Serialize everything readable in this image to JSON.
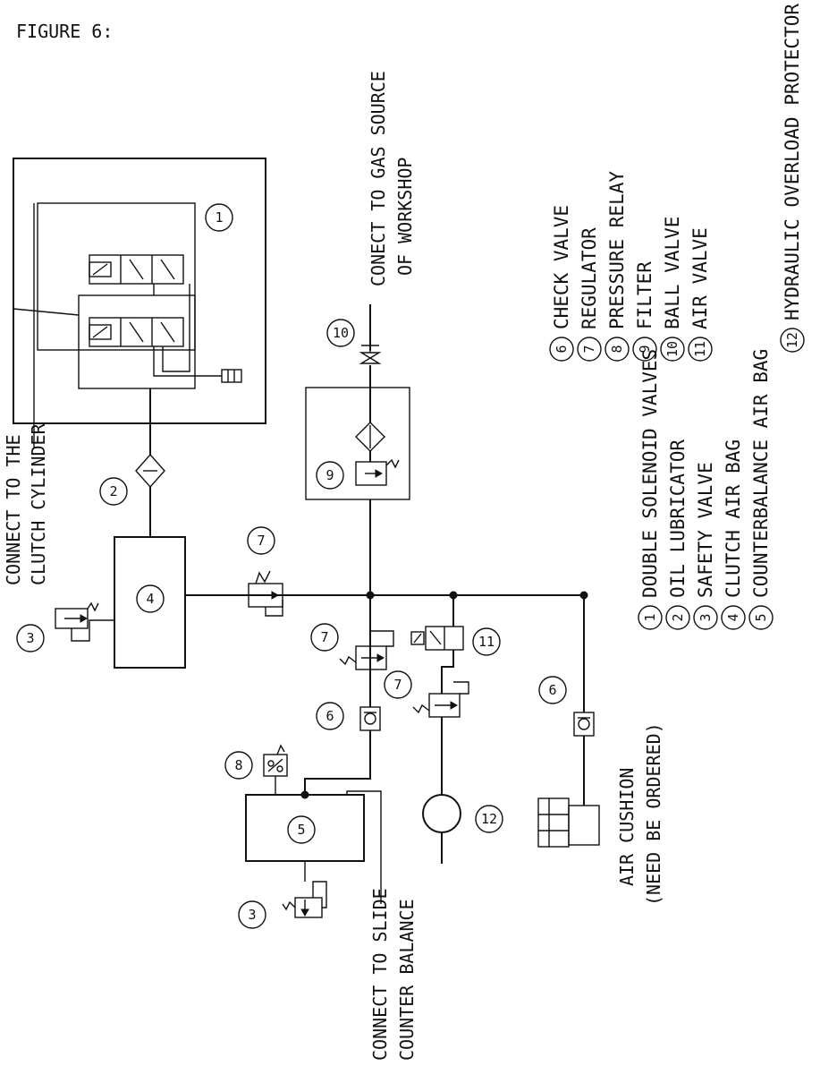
{
  "figure_title": "FIGURE 6:",
  "callout_labels": {
    "n1": "1",
    "n2": "2",
    "n3a": "3",
    "n3b": "3",
    "n4": "4",
    "n5": "5",
    "n6a": "6",
    "n6b": "6",
    "n7a": "7",
    "n7b": "7",
    "n7c": "7",
    "n8": "8",
    "n9": "9",
    "n10": "10",
    "n11": "11",
    "n12": "12"
  },
  "annotations": {
    "clutch_line1": "CONNECT TO THE",
    "clutch_line2": "CLUTCH CYLINDER",
    "gas_line1": "CONECT TO GAS SOURCE",
    "gas_line2": "OF WORKSHOP",
    "slide_line1": "CONNECT TO SLIDE",
    "slide_line2": "COUNTER BALANCE",
    "cushion_line1": "AIR CUSHION",
    "cushion_line2": "(NEED BE ORDERED)"
  },
  "legend": [
    {
      "num": "1",
      "text": "DOUBLE SOLENOID VALVES"
    },
    {
      "num": "2",
      "text": "OIL LUBRICATOR"
    },
    {
      "num": "3",
      "text": "SAFETY VALVE"
    },
    {
      "num": "4",
      "text": "CLUTCH AIR BAG"
    },
    {
      "num": "5",
      "text": "COUNTERBALANCE AIR BAG"
    },
    {
      "num": "6",
      "text": "CHECK VALVE"
    },
    {
      "num": "7",
      "text": "REGULATOR"
    },
    {
      "num": "8",
      "text": "PRESSURE  RELAY"
    },
    {
      "num": "9",
      "text": "FILTER"
    },
    {
      "num": "10",
      "text": "BALL VALVE"
    },
    {
      "num": "11",
      "text": "AIR VALVE"
    },
    {
      "num": "12",
      "text": "HYDRAULIC OVERLOAD PROTECTOR PUMP"
    }
  ]
}
